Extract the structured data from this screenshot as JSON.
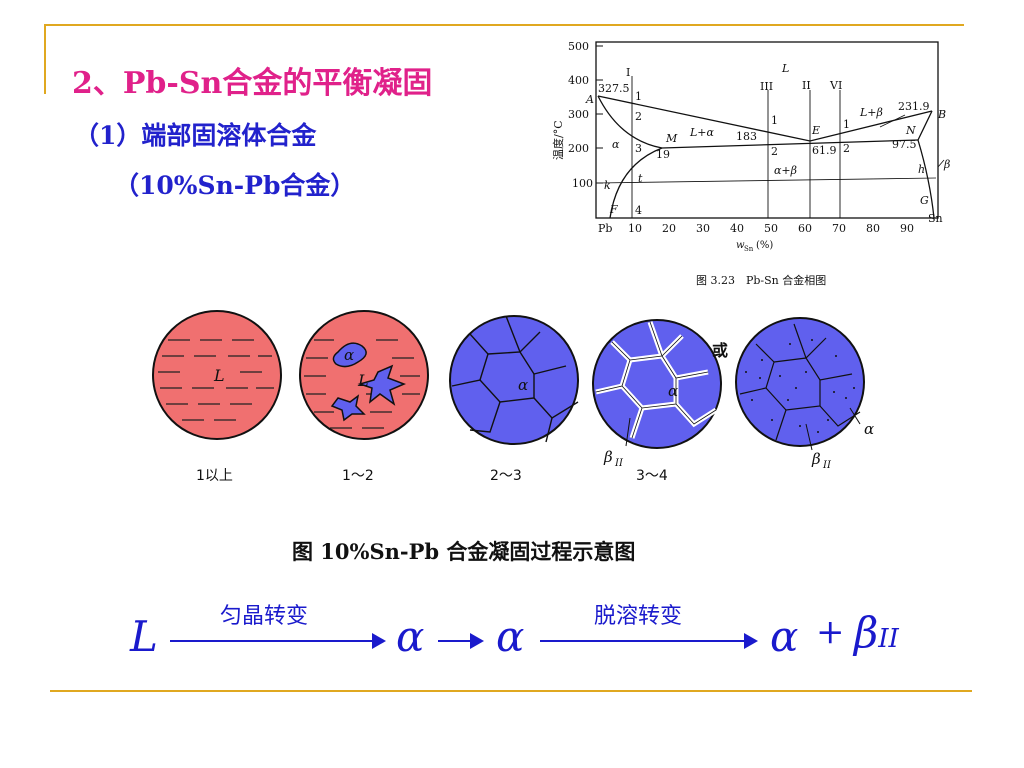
{
  "title": "2、Pb-Sn合金的平衡凝固",
  "subtitle": "（1）端部固溶体合金",
  "subtitle2": "（10%Sn-Pb合金）",
  "phase_diagram": {
    "caption": "图 3.23　Pb-Sn 合金相图",
    "y_axis_label": "温度/°C",
    "x_axis_label_main": "w",
    "x_axis_label_sub": "Sn",
    "x_axis_label_unit": "(%)",
    "y_ticks": [
      "500",
      "400",
      "300",
      "200",
      "100"
    ],
    "x_ticks": [
      "Pb",
      "10",
      "20",
      "30",
      "40",
      "50",
      "60",
      "70",
      "80",
      "90",
      "Sn"
    ],
    "labels": {
      "L": "L",
      "A": "A",
      "B": "B",
      "M": "M",
      "N": "N",
      "E": "E",
      "F": "F",
      "G": "G",
      "k": "k",
      "t": "t",
      "h": "h",
      "alpha": "α",
      "L_alpha": "L+α",
      "L_beta": "L+β",
      "alpha_beta": "α+β",
      "beta_right": "β",
      "t327": "327.5",
      "t231": "231.9",
      "t183": "183",
      "c19": "19",
      "c619": "61.9",
      "c975": "97.5",
      "roman_I": "I",
      "roman_II": "II",
      "roman_III": "III",
      "roman_VI": "VI",
      "p1a": "1",
      "p2a": "2",
      "p3a": "3",
      "p4a": "4",
      "p1b": "1",
      "p2b": "2",
      "p1c": "1",
      "p2c": "2"
    }
  },
  "microstructures": {
    "circle_labels": [
      "L",
      "L",
      "α",
      "α",
      ""
    ],
    "circle1_alpha": "α",
    "stage_labels": [
      "1以上",
      "1～2",
      "2～3",
      "3～4",
      ""
    ],
    "or_label": "或",
    "beta_label_1": "β",
    "beta_label_1_sub": "II",
    "beta_label_2": "β",
    "beta_label_2_sub": "II",
    "alpha_label": "α"
  },
  "figure_caption": "图 10%Sn-Pb 合金凝固过程示意图",
  "equation": {
    "L": "L",
    "alpha1": "α",
    "alpha2": "α",
    "alpha3": "α",
    "plus": "+",
    "beta": "β",
    "beta_sub": "II",
    "arrow1_label": "匀晶转变",
    "arrow2_label": "脱溶转变"
  },
  "colors": {
    "title": "#e0218a",
    "subtitle": "#2222cc",
    "liquid": "#f07070",
    "solid": "#6060ee",
    "frame": "#e0a820",
    "equation": "#1a1acc"
  }
}
